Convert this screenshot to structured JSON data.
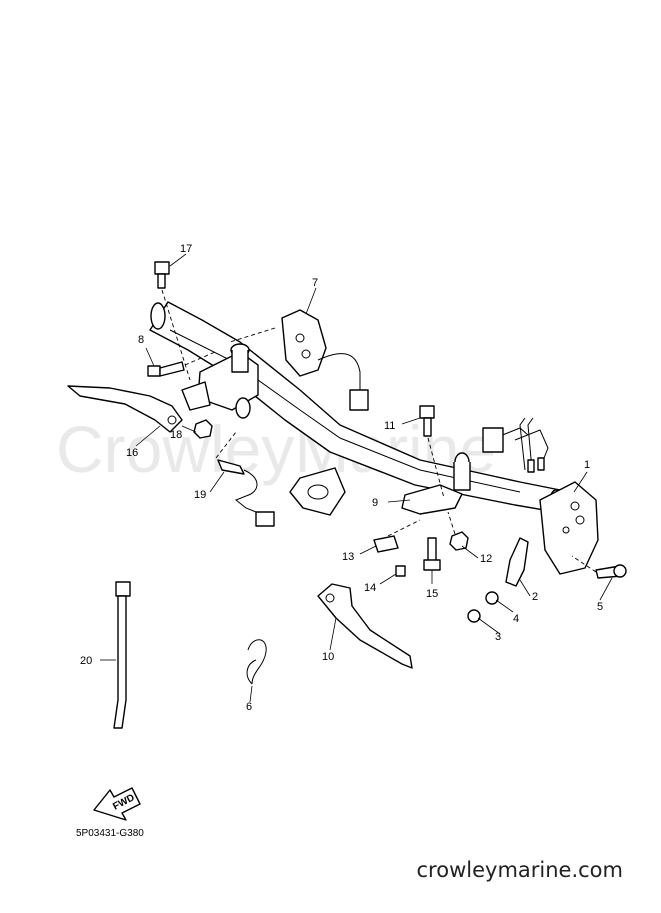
{
  "watermark": "CrowleyMarine",
  "site_url": "crowleymarine.com",
  "ref_code": "5P03431-G380",
  "fwd_label": "FWD",
  "parts": {
    "p1": "1",
    "p2": "2",
    "p3": "3",
    "p4": "4",
    "p5": "5",
    "p6": "6",
    "p7": "7",
    "p8": "8",
    "p9": "9",
    "p10": "10",
    "p11": "11",
    "p12": "12",
    "p13": "13",
    "p14": "14",
    "p15": "15",
    "p16": "16",
    "p17": "17",
    "p18": "18",
    "p19": "19",
    "p20": "20"
  }
}
